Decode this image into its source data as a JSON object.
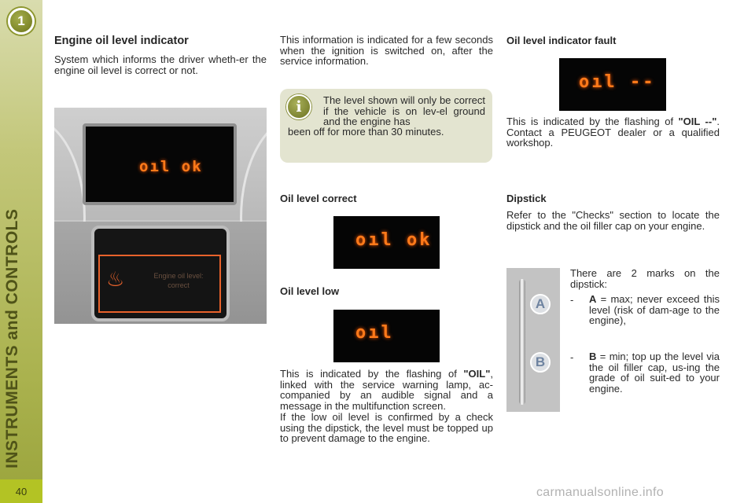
{
  "sidebar": {
    "chapter_number": "1",
    "section_title": "INSTRUMENTS and CONTROLS",
    "page_number": "40"
  },
  "col1": {
    "heading": "Engine oil level indicator",
    "intro": "System which informs the driver wheth-er the engine oil level is correct or not.",
    "dashboard_display": "oıl ok",
    "dashboard_warning_text": "Engine oil level: correct"
  },
  "col2": {
    "intro": "This information is indicated for a few seconds when the ignition is switched on, after the service information.",
    "info_text_1": "The level shown will only be correct if the vehicle is on lev-el ground and the engine has",
    "info_text_2": "been off for more than 30 minutes.",
    "correct_heading": "Oil level correct",
    "correct_display": "oıl ok",
    "low_heading": "Oil level low",
    "low_display": "oıl",
    "low_text_1_pre": "This is indicated by the flashing of ",
    "low_text_1_bold": "\"OIL\"",
    "low_text_1_post": ", linked with the service warning lamp, ac-companied by an audible signal and a message in the multifunction screen.",
    "low_text_2": "If the low oil level is confirmed by a check using the dipstick, the level must be topped up to prevent damage to the engine."
  },
  "col3": {
    "fault_heading": "Oil level indicator fault",
    "fault_display": "oıl --",
    "fault_text_pre": "This is indicated by the flashing of ",
    "fault_text_bold": "\"OIL --\"",
    "fault_text_post": ". Contact a PEUGEOT dealer or a qualified workshop.",
    "dipstick_heading": "Dipstick",
    "dipstick_text": "Refer to the \"Checks\" section to locate the dipstick and the oil filler cap on your engine.",
    "marks_intro": "There are 2 marks on the dipstick:",
    "mark_a_letter": "A",
    "mark_a_text": " = max; never exceed this level (risk of dam-age to the engine),",
    "mark_b_letter": "B",
    "mark_b_text": " = min; top up the level via the oil filler cap, us-ing the grade of oil suit-ed to your engine.",
    "dash": "-"
  },
  "footer": {
    "watermark": "carmanualsonline.info"
  },
  "colors": {
    "sidebar": "#aab24e",
    "page_number_bg": "#b3c324",
    "info_box": "#e3e4d0",
    "display_orange": "#ff7a1a"
  },
  "icons": [
    "info-icon",
    "oil-can-icon"
  ]
}
